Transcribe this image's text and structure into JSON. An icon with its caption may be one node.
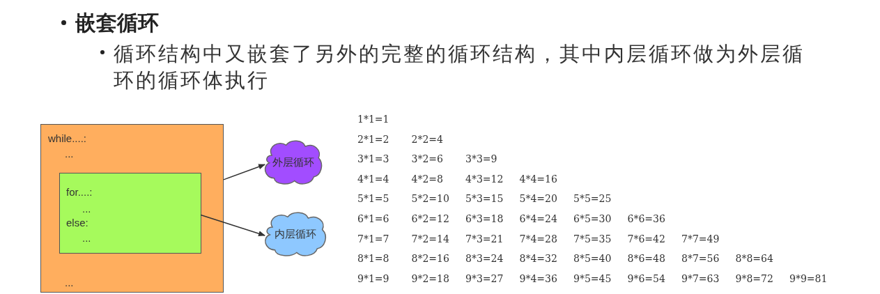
{
  "diagram": {
    "title": "嵌套循环",
    "nodes": [
      {
        "text": [
          "while....:",
          "...",
          "..."
        ]
      },
      {
        "text": [
          "for....:",
          "...",
          "else:",
          "..."
        ],
        "in": 0
      },
      {
        "text": [
          "外层循环"
        ]
      },
      {
        "text": [
          "内层循环"
        ]
      }
    ],
    "edges": [
      {
        "from": 0,
        "to": 2,
        "arrow": "to"
      },
      {
        "from": 1,
        "to": 3,
        "arrow": "to"
      }
    ],
    "labels": [
      "循环结构中又嵌套了另外的完整的循环结构，其中内层循环做为外层循环的循环体执行",
      "1*1=1",
      "2*1=2",
      "2*2=4",
      "3*1=3",
      "3*2=6",
      "3*3=9",
      "4*1=4",
      "4*2=8",
      "4*3=12",
      "4*4=16",
      "5*1=5",
      "5*2=10",
      "5*3=15",
      "5*4=20",
      "5*5=25",
      "6*1=6",
      "6*2=12",
      "6*3=18",
      "6*4=24",
      "6*5=30",
      "6*6=36",
      "7*1=7",
      "7*2=14",
      "7*3=21",
      "7*4=28",
      "7*5=35",
      "7*6=42",
      "7*7=49",
      "8*1=8",
      "8*2=16",
      "8*3=24",
      "8*4=32",
      "8*5=40",
      "8*6=48",
      "8*7=56",
      "8*8=64",
      "9*1=9",
      "9*2=18",
      "9*3=27",
      "9*4=36",
      "9*5=45",
      "9*6=54",
      "9*7=63",
      "9*8=72",
      "9*9=81"
    ]
  }
}
